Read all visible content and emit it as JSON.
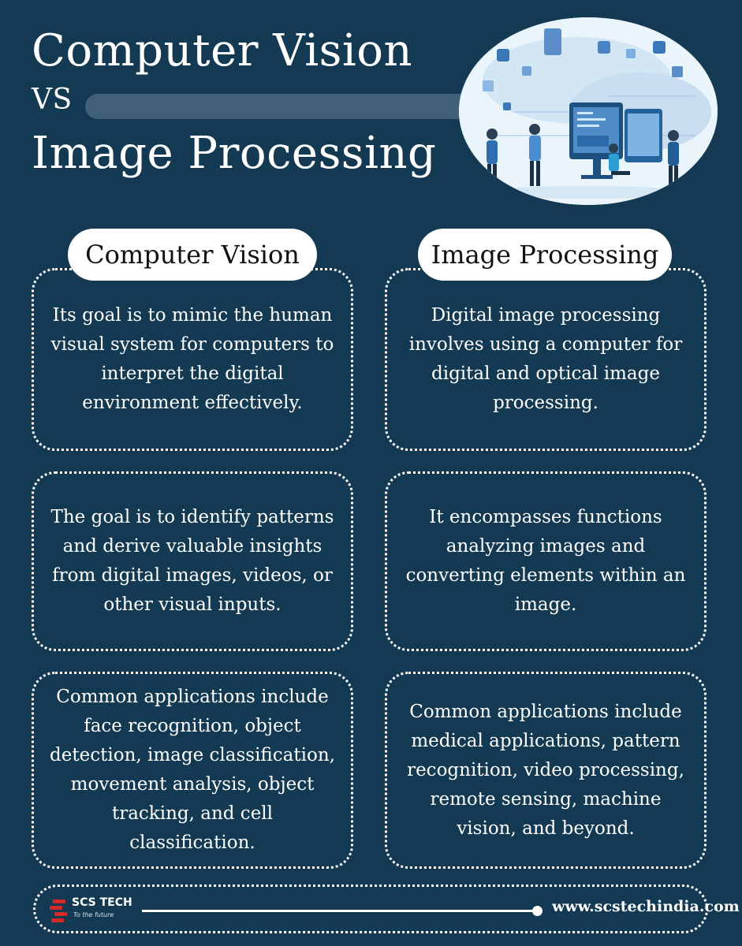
{
  "header": {
    "title_line1": "Computer Vision",
    "title_vs": "VS",
    "title_line2": "Image Processing"
  },
  "columns": [
    {
      "title": "Computer Vision",
      "cards": [
        "Its goal is to mimic the human visual system for computers to interpret the digital environment effectively.",
        "The goal is to identify patterns and derive valuable insights from digital images, videos, or other visual inputs.",
        "Common applications include face recognition, object detection, image classification, movement analysis, object tracking, and cell classification."
      ]
    },
    {
      "title": "Image Processing",
      "cards": [
        "Digital image processing involves using a computer for digital and optical image processing.",
        "It encompasses functions analyzing images and converting elements within an image.",
        "Common applications include medical applications, pattern recognition, video processing, remote sensing, machine vision, and beyond."
      ]
    }
  ],
  "footer": {
    "logo_name": "SCS TECH",
    "logo_tagline": "To the future",
    "website": "www.scstechindia.com"
  },
  "colors": {
    "background": "#133a52",
    "card_border": "#ffffff",
    "pill_background": "#ffffff",
    "logo_accent": "#d42a2a"
  }
}
